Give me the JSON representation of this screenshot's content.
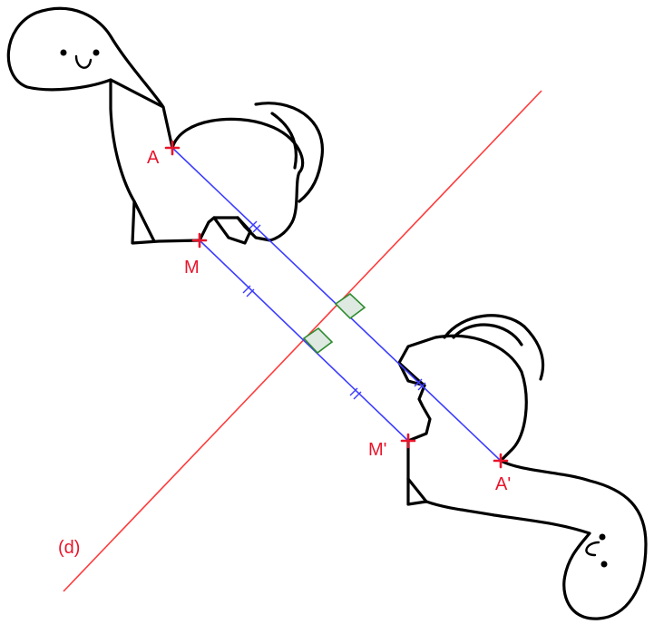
{
  "labels": {
    "A": "A",
    "M": "M",
    "A_prime": "A'",
    "M_prime": "M'",
    "line_d": "(d)"
  },
  "colors": {
    "point": "#e8152b",
    "label": "#e8152b",
    "axis": "#ff3b3b",
    "segment": "#3d3dff",
    "right_angle": "#2e8b2e",
    "outline": "#000000"
  },
  "icons": {
    "original": "dinosaur-icon",
    "reflection": "dinosaur-reflected-icon"
  }
}
